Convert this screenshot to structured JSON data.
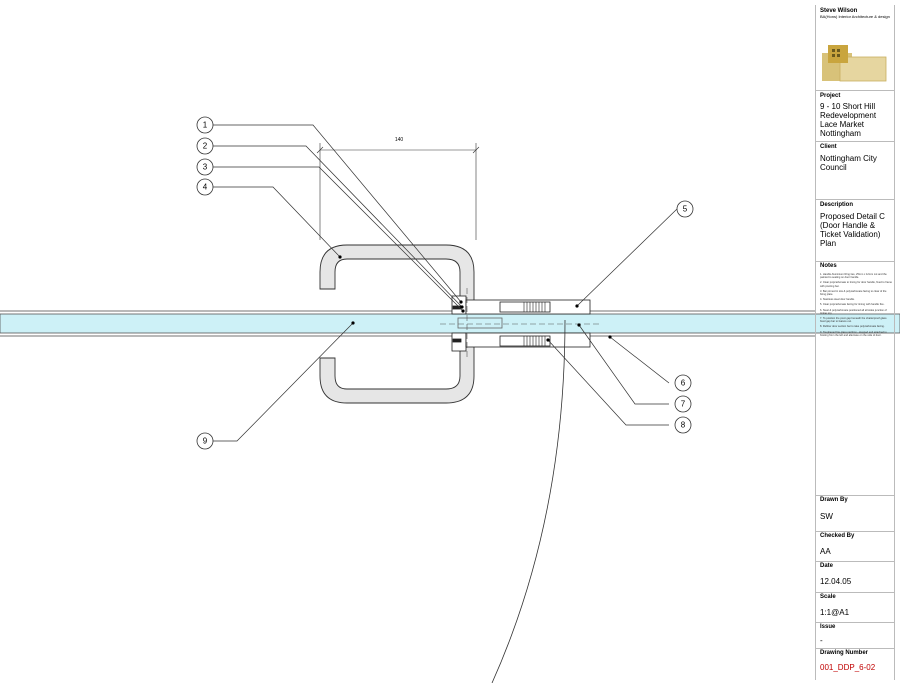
{
  "callouts": [
    "1",
    "2",
    "3",
    "4",
    "5",
    "6",
    "7",
    "8",
    "9"
  ],
  "dimension": "140",
  "title_block": {
    "author": "Steve Wilson",
    "author_subtitle": "BA(Hons) Interior Architecture & design",
    "project_label": "Project",
    "project_lines": [
      "9 - 10 Short Hill",
      "Redevelopment",
      "Lace Market",
      "Nottingham"
    ],
    "client_label": "Client",
    "client_lines": [
      "Nottingham City",
      "Council"
    ],
    "description_label": "Description",
    "description_lines": [
      "Proposed Detail C",
      "(Door Handle &",
      "Ticket Validation)",
      "Plan"
    ],
    "notes_label": "Notes",
    "notes": [
      "1. Handle Aluminium Ring ties, 25mm x 12mm cut and the painted to sealing on door handle.",
      "2. Clear polycarbonate to timing for door handle, fixed to frame with pivoting bar.",
      "3. Bar pinned in tow & polycarbonate facing to clear of the fixing plate.",
      "4. Stainless steel door handle.",
      "5. Clear polycarbonate facing for timing with handle fixe.",
      "6. Steel & polycarbonate positioned all all sides junction of timber top.",
      "7. To position the pivot gap beneath the shatterproof glass fixed gap bar to feature out.",
      "8. Rubber door section bar to take polycarbonate facing.",
      "9. Toughened fire glass partition - Hugged and attached to frosting from the left and alternate on the side of door."
    ],
    "drawn_by_label": "Drawn By",
    "drawn_by": "SW",
    "checked_by_label": "Checked By",
    "checked_by": "AA",
    "date_label": "Date",
    "date": "12.04.05",
    "scale_label": "Scale",
    "scale": "1:1@A1",
    "issue_label": "Issue",
    "issue": "-",
    "drawing_number_label": "Drawing Number",
    "drawing_number": "001_DDP_6-02",
    "drawing_number_color": "#c00000",
    "glass_color": "#cdf1f7",
    "logo_color": "#d4bb6a"
  }
}
